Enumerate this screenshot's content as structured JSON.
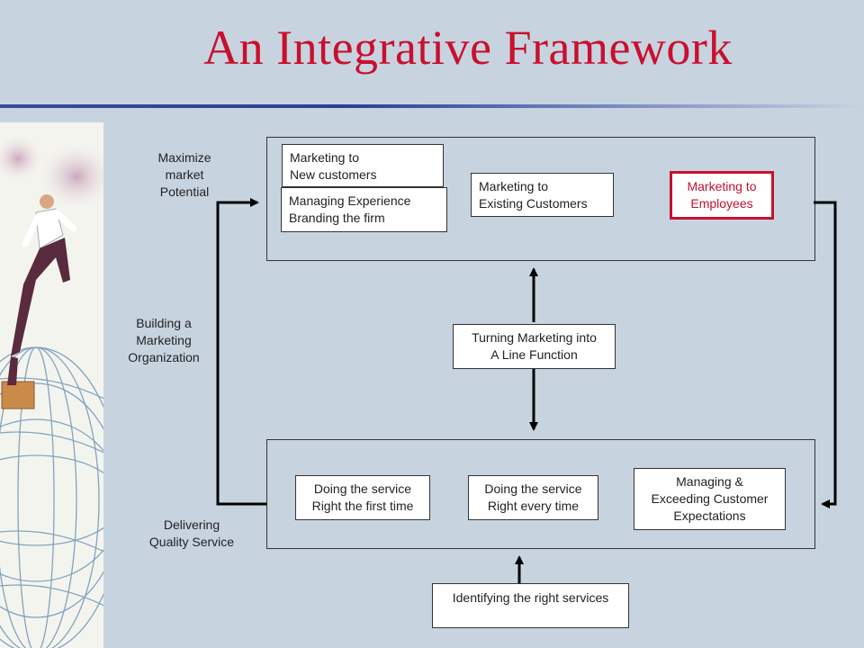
{
  "slide": {
    "title": "An Integrative Framework"
  },
  "labels": {
    "maximize": "Maximize\nmarket\nPotential",
    "building": "Building a\nMarketing\nOrganization",
    "delivering": "Delivering\nQuality Service"
  },
  "boxes": {
    "new_customers": "Marketing to\nNew customers",
    "managing_experience": "Managing  Experience\nBranding the firm",
    "existing_customers": "Marketing to\nExisting Customers",
    "employees": "Marketing to\nEmployees",
    "line_function": "Turning Marketing into\nA Line Function",
    "first_time": "Doing the service\nRight the first time",
    "every_time": "Doing the service\nRight every time",
    "exceeding": "Managing &\nExceeding Customer\nExpectations",
    "identifying": "Identifying the right services"
  },
  "colors": {
    "title": "#c8102e",
    "highlight": "#c8102e",
    "background": "#c8d3e0",
    "rule": "#2b3e95"
  }
}
